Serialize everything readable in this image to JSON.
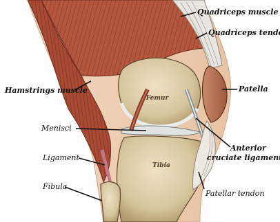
{
  "labels": {
    "quadriceps_muscle": "Quadriceps muscle",
    "quadriceps_tendon": "Quadriceps tendon",
    "hamstrings_muscle": "Hamstrings muscle",
    "patella": "Patella",
    "femur": "Femur",
    "menisci": "Menisci",
    "anterior_cruciate_line1": "Anterior",
    "anterior_cruciate_line2": "cruciate ligament",
    "ligament": "Ligament",
    "tibia": "Tibia",
    "fibula": "Fibula",
    "patellar_tendon": "Patellar tendon"
  },
  "colors": {
    "muscle": "#b5573f",
    "muscle_dark": "#8e3a28",
    "bone": "#d9c9a6",
    "bone_shadow": "#b9a47c",
    "cartilage": "#e6ebea",
    "tendon": "#d8d4cc",
    "skin": "#efcfb4",
    "outline": "#2a1e14"
  }
}
